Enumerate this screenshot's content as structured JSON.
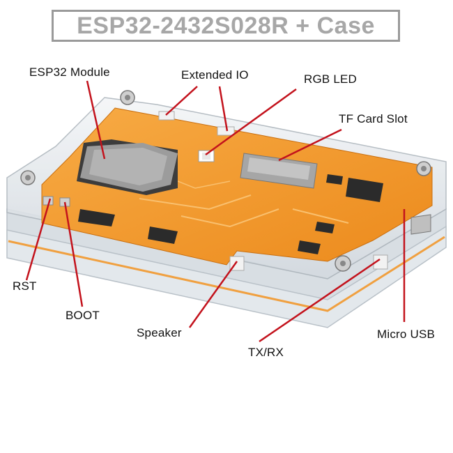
{
  "title": "ESP32-2432S028R + Case",
  "labels": {
    "esp32_module": "ESP32 Module",
    "extended_io": "Extended IO",
    "rgb_led": "RGB LED",
    "tf_card_slot": "TF Card Slot",
    "rst": "RST",
    "boot": "BOOT",
    "speaker": "Speaker",
    "tx_rx": "TX/RX",
    "micro_usb": "Micro USB"
  },
  "colors": {
    "pcb": "#f29a2e",
    "pcb_dark": "#e07f12",
    "case_acrylic": "#e9eef2",
    "callout_line": "#c3121c",
    "title_text": "#a7a7a7"
  }
}
